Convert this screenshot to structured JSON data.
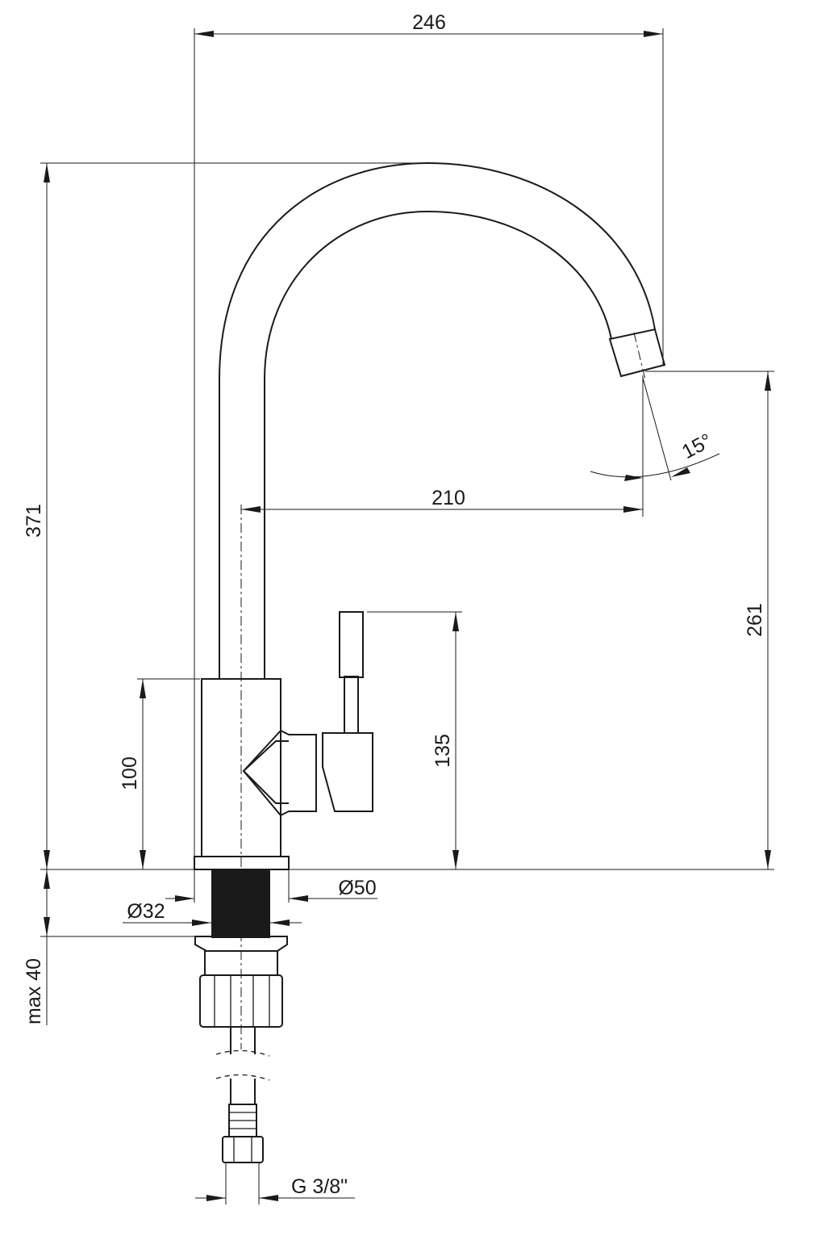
{
  "dimensions": {
    "overall_width": "246",
    "overall_height": "371",
    "spout_reach": "210",
    "spout_angle": "15°",
    "spout_clearance": "261",
    "lever_height": "135",
    "body_height": "100",
    "base_diameter": "Ø50",
    "shank_diameter": "Ø32",
    "max_counter_thickness": "max 40",
    "connection_thread": "G 3/8\""
  },
  "colors": {
    "line": "#1a1a1a",
    "background": "#ffffff",
    "shank_fill": "#1a1a1a"
  }
}
